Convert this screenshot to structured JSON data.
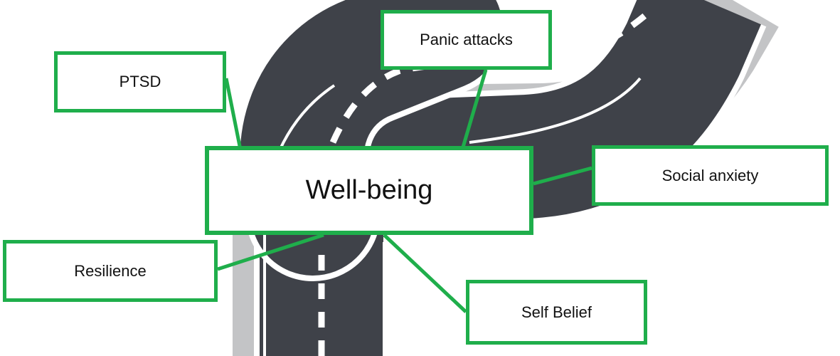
{
  "diagram": {
    "central": {
      "label": "Well-being"
    },
    "nodes": [
      {
        "id": "panic",
        "label": "Panic attacks"
      },
      {
        "id": "ptsd",
        "label": "PTSD"
      },
      {
        "id": "social",
        "label": "Social anxiety"
      },
      {
        "id": "resilience",
        "label": "Resilience"
      },
      {
        "id": "selfbelief",
        "label": "Self Belief"
      }
    ],
    "edges": [
      {
        "from": "panic",
        "to": "central"
      },
      {
        "from": "ptsd",
        "to": "central"
      },
      {
        "from": "social",
        "to": "central"
      },
      {
        "from": "resilience",
        "to": "central"
      },
      {
        "from": "selfbelief",
        "to": "central"
      }
    ]
  },
  "colors": {
    "box_border": "#1fae4b",
    "connector": "#1fae4b",
    "road": "#3f4249",
    "road_edge": "#ffffff",
    "road_shadow": "#bfc0c2",
    "text": "#111111",
    "background": "#ffffff"
  },
  "background_image": "winding-road-illustration"
}
